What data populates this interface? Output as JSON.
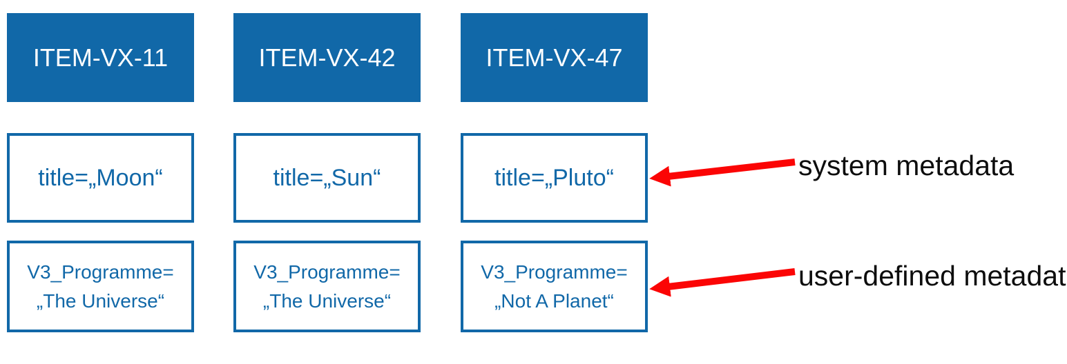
{
  "colors": {
    "background": "#FFFFFF",
    "box_blue": "#1168A8",
    "text_blue": "#1168A8",
    "header_text": "#FFFFFF",
    "arrow_red": "#FB0505",
    "label_black": "#0D0D0D"
  },
  "columns": [
    {
      "id": "ITEM-VX-11",
      "system_metadata": "title=„Moon“",
      "user_metadata_line1": "V3_Programme=",
      "user_metadata_line2": "„The Universe“"
    },
    {
      "id": "ITEM-VX-42",
      "system_metadata": "title=„Sun“",
      "user_metadata_line1": "V3_Programme=",
      "user_metadata_line2": "„The Universe“"
    },
    {
      "id": "ITEM-VX-47",
      "system_metadata": "title=„Pluto“",
      "user_metadata_line1": "V3_Programme=",
      "user_metadata_line2": "„Not A Planet“"
    }
  ],
  "annotations": [
    {
      "label": "system metadata"
    },
    {
      "label": "user-defined metadata"
    }
  ]
}
